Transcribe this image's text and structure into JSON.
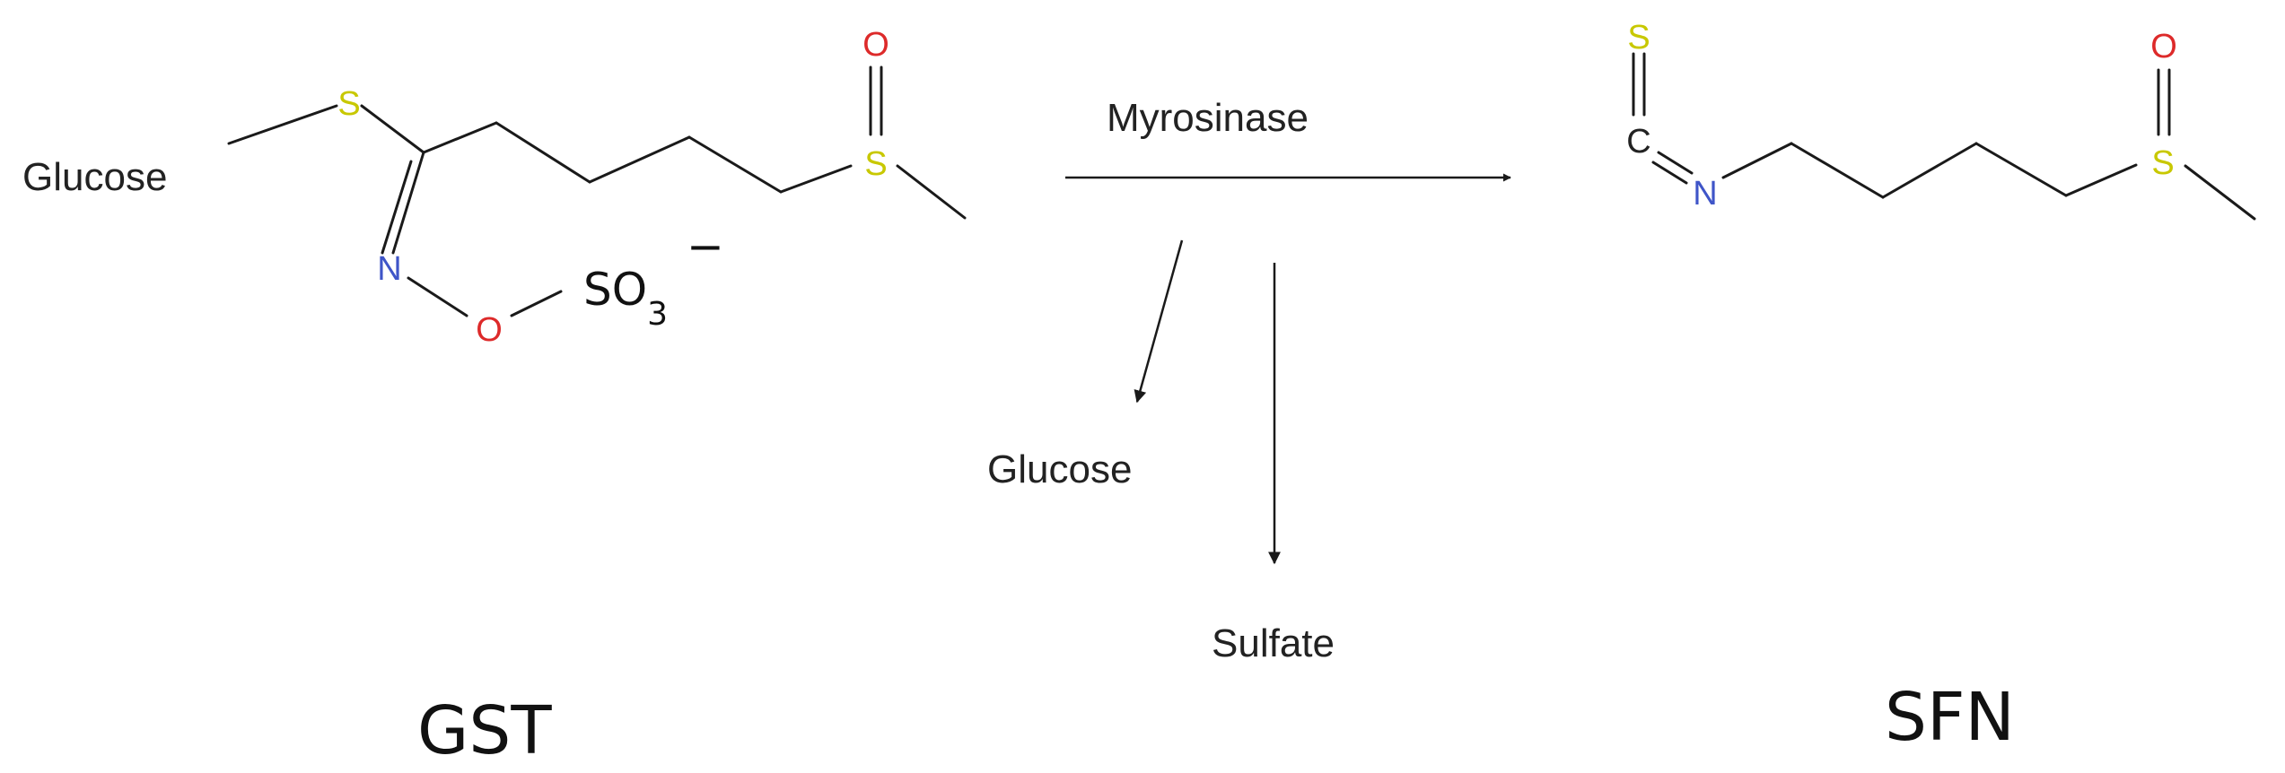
{
  "atoms": {
    "gst_glucose": "Glucose",
    "gst_s_thioether": "S",
    "gst_n": "N",
    "gst_o": "O",
    "gst_so3": "SO",
    "gst_so3_sub": "3",
    "gst_charge": "−",
    "gst_s_sulfoxide": "S",
    "gst_o_sulfoxide": "O",
    "sfn_s_thio": "S",
    "sfn_c": "C",
    "sfn_n": "N",
    "sfn_s_sulfoxide": "S",
    "sfn_o_sulfoxide": "O"
  },
  "reaction": {
    "enzyme": "Myrosinase",
    "byproduct_1": "Glucose",
    "byproduct_2": "Sulfate"
  },
  "captions": {
    "left": "GST",
    "right": "SFN"
  },
  "colors": {
    "sulfur": "#c8c800",
    "nitrogen": "#3f55c8",
    "oxygen": "#dd2a2a",
    "bond": "#1a1a1a",
    "text": "#222222"
  }
}
